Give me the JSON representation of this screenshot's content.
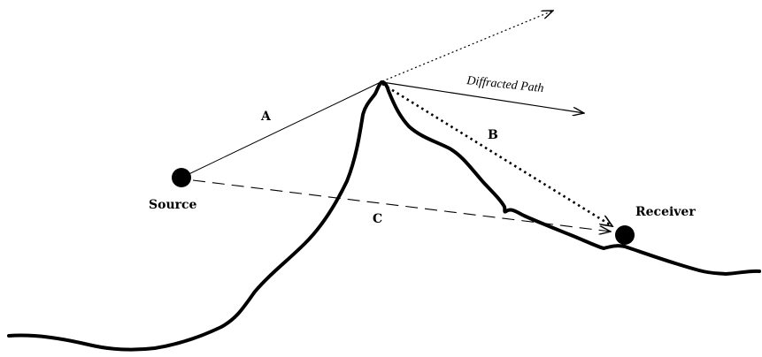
{
  "diagram": {
    "labels": {
      "path_a": "A",
      "path_b": "B",
      "path_c": "C",
      "source": "Source",
      "receiver": "Receiver",
      "diffracted_path": "Diffracted Path"
    },
    "colors": {
      "ink": "#000000",
      "background": "#ffffff"
    }
  }
}
